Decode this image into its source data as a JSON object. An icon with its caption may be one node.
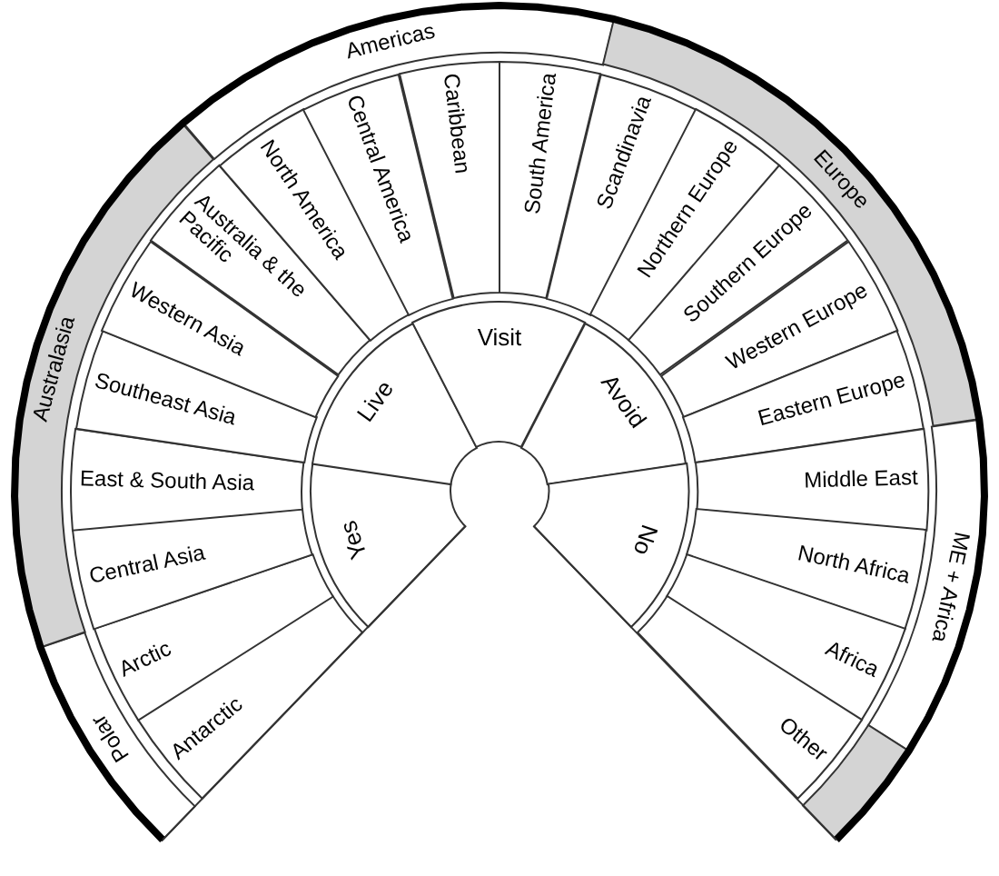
{
  "diagram": {
    "nodes": [
      {
        "text": [
          "Polar"
        ]
      },
      {
        "text": [
          "Australasia"
        ]
      },
      {
        "text": [
          "Americas"
        ]
      },
      {
        "text": [
          "Europe"
        ]
      },
      {
        "text": [
          "ME + Africa"
        ]
      },
      {
        "text": [],
        "shape": "bar"
      },
      {
        "text": [
          "Antarctic"
        ]
      },
      {
        "text": [
          "Arctic"
        ]
      },
      {
        "text": [
          "Central Asia"
        ]
      },
      {
        "text": [
          "East & South Asia"
        ]
      },
      {
        "text": [
          "Southeast Asia"
        ]
      },
      {
        "text": [
          "Western Asia"
        ]
      },
      {
        "text": [
          "Australia & the Pacific"
        ]
      },
      {
        "text": [
          "North America"
        ]
      },
      {
        "text": [
          "Central America"
        ]
      },
      {
        "text": [
          "Caribbean"
        ]
      },
      {
        "text": [
          "South America"
        ]
      },
      {
        "text": [
          "Scandinavia"
        ]
      },
      {
        "text": [
          "Northern Europe"
        ]
      },
      {
        "text": [
          "Southern Europe"
        ]
      },
      {
        "text": [
          "Western Europe"
        ]
      },
      {
        "text": [
          "Eastern Europe"
        ]
      },
      {
        "text": [
          "Middle East"
        ]
      },
      {
        "text": [
          "North Africa"
        ]
      },
      {
        "text": [
          "Africa"
        ]
      },
      {
        "text": [
          "Other"
        ]
      },
      {
        "text": [
          "Yes"
        ]
      },
      {
        "text": [
          "Live"
        ]
      },
      {
        "text": [
          "Visit"
        ]
      },
      {
        "text": [
          "Avoid"
        ]
      },
      {
        "text": [
          "No"
        ]
      }
    ]
  }
}
